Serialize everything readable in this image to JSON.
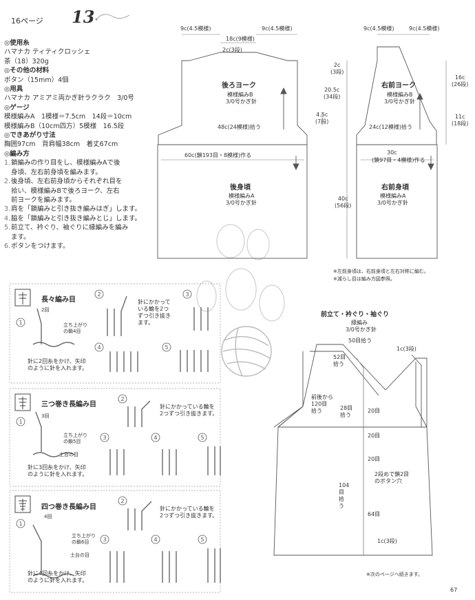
{
  "header": {
    "page_label": "16ページ",
    "number": "13"
  },
  "materials": [
    {
      "type": "head",
      "text": "使用糸"
    },
    {
      "type": "line",
      "text": "ハマナカ ティティクロッシェ"
    },
    {
      "type": "line",
      "text": "茶（18）320g"
    },
    {
      "type": "head",
      "text": "その他の材料"
    },
    {
      "type": "line",
      "text": "ボタン（15mm）4個"
    },
    {
      "type": "head",
      "text": "用具"
    },
    {
      "type": "line",
      "text": "ハマナカ アミアミ両かぎ針ラクラク　3/0号"
    },
    {
      "type": "head",
      "text": "ゲージ"
    },
    {
      "type": "line",
      "text": "模様編みA　1模様＝7.5cm　14段＝10cm"
    },
    {
      "type": "line",
      "text": "模様編みB（10cm四方）5模様　16.5段"
    },
    {
      "type": "head",
      "text": "できあがり寸法"
    },
    {
      "type": "line",
      "text": "胸囲97cm　背肩幅38cm　着丈67cm"
    },
    {
      "type": "head",
      "text": "編み方"
    },
    {
      "type": "step",
      "n": "1.",
      "text": "鎖編みの作り目をし、模様編みAで後"
    },
    {
      "type": "cont",
      "text": "身頃、左右前身頃を編みます。"
    },
    {
      "type": "step",
      "n": "2.",
      "text": "後身頃、左右前身頃からそれぞれ目を"
    },
    {
      "type": "cont",
      "text": "拾い、模様編みBで後ろヨーク、左右"
    },
    {
      "type": "cont",
      "text": "前ヨークを編みます。"
    },
    {
      "type": "step",
      "n": "3.",
      "text": "肩を「鎖編みと引き抜き編みはぎ」します。"
    },
    {
      "type": "step",
      "n": "4.",
      "text": "脇を「鎖編みと引き抜き編みとじ」します。"
    },
    {
      "type": "step",
      "n": "5.",
      "text": "前立て、衿ぐり、袖ぐりに縁編みを編み"
    },
    {
      "type": "cont",
      "text": "ます。"
    },
    {
      "type": "step",
      "n": "6.",
      "text": "ボタンをつけます。"
    }
  ],
  "back": {
    "dim_top_left": "9c(4.5模様)",
    "dim_top_right": "9c(4.5模様)",
    "dim_top_center": "18c(9模様)",
    "dim_neck": "2c(3段)",
    "yoke_title": "後ろヨーク",
    "yoke_pattern": "模様編みB",
    "yoke_hook": "3/0号かぎ針",
    "yoke_pickup": "48c(24模様)拾う",
    "dim_shoulder_rows": "2c\n(3段)",
    "dim_yoke_height": "20.5c\n(34段)",
    "dim_armhole": "4.5c\n(7段)",
    "body_cast_on": "60c(鎖193目・8模様)作る",
    "body_title": "後身頃",
    "body_pattern": "模様編みA",
    "body_hook": "3/0号かぎ針"
  },
  "front": {
    "dim_top_left": "9c(4.5模様)",
    "dim_top_right": "9c(4.5模様)",
    "yoke_title": "右前ヨーク",
    "yoke_pattern": "模様編みB",
    "yoke_hook": "3/0号かぎ針",
    "yoke_pickup": "24c(12模様)拾う",
    "dim_neck": "16c\n(26段)",
    "dim_side": "11c\n(18段)",
    "dim_body_height": "40c\n(56段)",
    "body_width": "30c",
    "body_cast_on": "(鎖97目・4模様)作る",
    "body_title": "右前身頃",
    "body_pattern": "模様編みA",
    "body_hook": "3/0号かぎ針",
    "note1": "※左前身頃は、右前身頃と左右対称に編む。",
    "note2": "※減らし目は編み方図参照。"
  },
  "edging": {
    "title": "前立て・衿ぐり・袖ぐり",
    "pattern": "縁編み",
    "hook": "3/0号かぎ針",
    "pick50": "50目拾う",
    "rows1": "1c(3段)",
    "pick52": "52目\n拾う",
    "pick120": "前後から\n120目\n拾う",
    "pick28": "28目\n拾う",
    "p20a": "20目",
    "p20b": "20目",
    "p20c": "20目",
    "buttonhole": "2段めで鎖2目\nのボタン穴",
    "pick104": "104目拾う",
    "p64": "64目",
    "rows2": "1c(3段)",
    "continue": "※次のページへ続きます。"
  },
  "stitch1": {
    "title": "長々編み目",
    "s1": "2回",
    "s2": "立ち上がり\nの鎖4目",
    "s3": "針に2回糸をかけ、矢印\nのように針を入れます。",
    "s4": "針にかかって\nいる輪を2つ\nずつ引き抜き\nます。"
  },
  "stitch2": {
    "title": "三つ巻き長編み目",
    "s1": "3回",
    "s2": "立ち上がり\nの鎖5目",
    "s3": "土台の目",
    "s4": "針に3回糸をかけ、矢印\nのように針を入れます。",
    "s5": "針にかかっている輪を\n2つずつ引き抜きます。"
  },
  "stitch3": {
    "title": "四つ巻き長編み目",
    "s1": "4回",
    "s2": "立ち上がり\nの鎖6目",
    "s3": "土台の目",
    "s4": "針に4回糸をかけ、矢印\nのように針を入れます。",
    "s5": "針にかかっている輪を\n2つずつ引き抜きます。"
  },
  "page_number": "67"
}
